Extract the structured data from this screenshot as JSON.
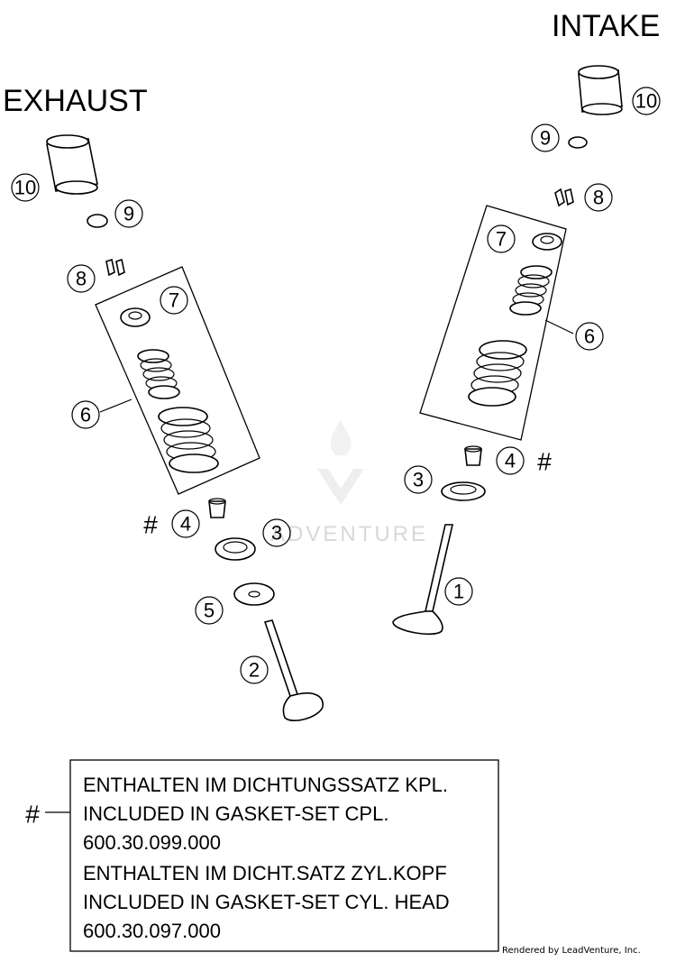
{
  "labels": {
    "intake": "INTAKE",
    "exhaust": "EXHAUST"
  },
  "callouts": {
    "c1": "1",
    "c2": "2",
    "c3_in": "3",
    "c3_ex": "3",
    "c4_in": "4",
    "c4_ex": "4",
    "c5": "5",
    "c6_in": "6",
    "c6_ex": "6",
    "c7_in": "7",
    "c7_ex": "7",
    "c8_in": "8",
    "c8_ex": "8",
    "c9_in": "9",
    "c9_ex": "9",
    "c10_in": "10",
    "c10_ex": "10"
  },
  "hash_marks": {
    "intake": "#",
    "exhaust": "#",
    "note": "#"
  },
  "note": {
    "line1": "ENTHALTEN IM DICHTUNGSSATZ KPL.",
    "line2": "INCLUDED IN GASKET-SET CPL.",
    "line3": "600.30.099.000",
    "line4": "ENTHALTEN IM DICHT.SATZ ZYL.KOPF",
    "line5": "INCLUDED IN GASKET-SET CYL. HEAD",
    "line6": "600.30.097.000"
  },
  "watermark": "ADVENTURE",
  "credit": "Rendered by LeadVenture, Inc."
}
